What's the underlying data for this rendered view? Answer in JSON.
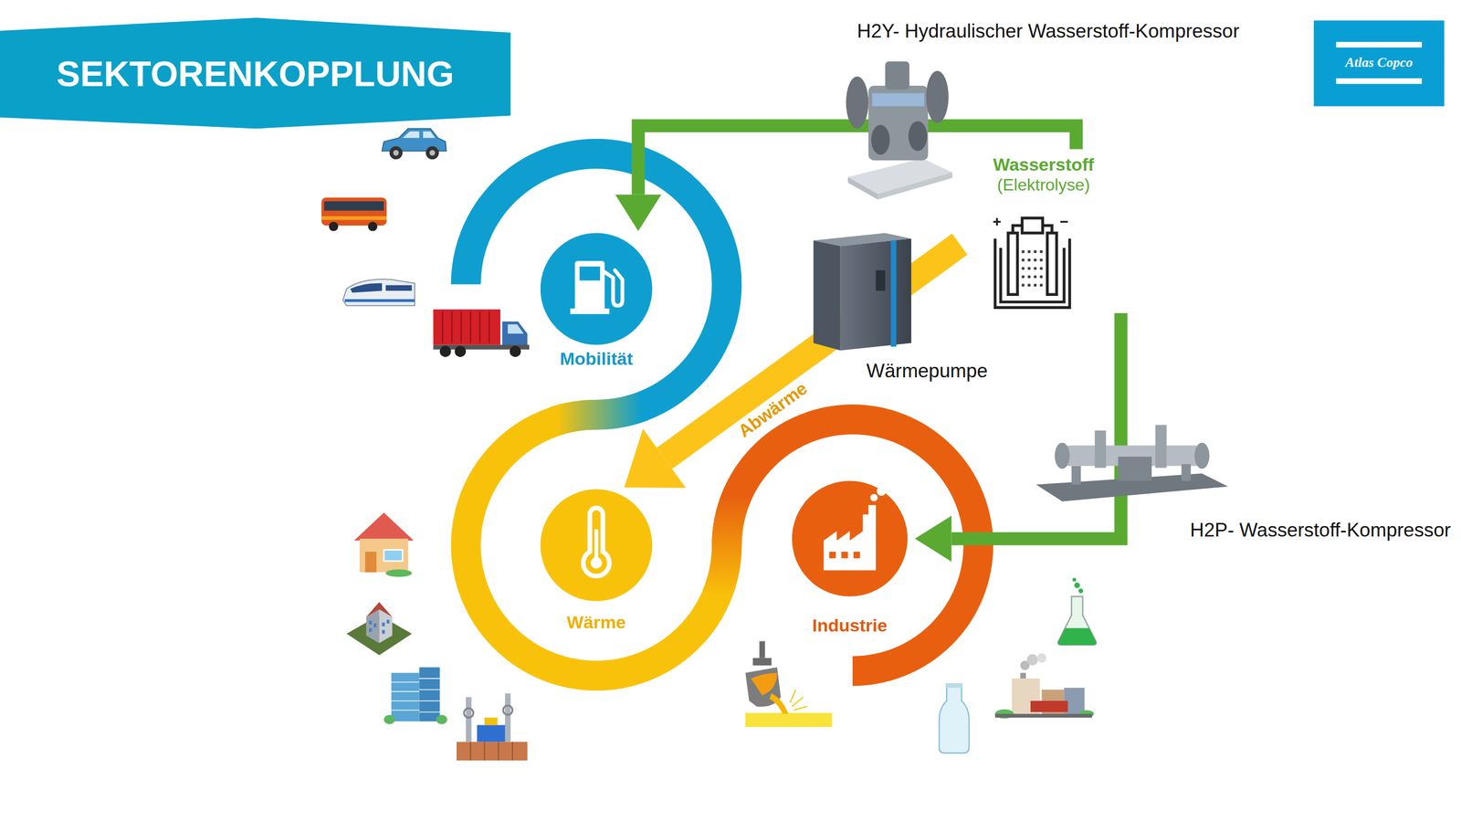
{
  "diagram": {
    "title": "SEKTORENKOPPLUNG",
    "nodes": [
      {
        "text": [
          "Mobilität"
        ]
      },
      {
        "text": [
          "Wärme"
        ]
      },
      {
        "text": [
          "Industrie"
        ]
      },
      {
        "text": [
          "Wasserstoff",
          "(Elektrolyse)"
        ]
      },
      {
        "text": [
          "Wärmepumpe"
        ]
      },
      {
        "text": [
          "H2Y- Hydraulischer Wasserstoff-Kompressor"
        ]
      },
      {
        "text": [
          "H2P- Wasserstoff-Kompressor"
        ]
      }
    ],
    "edges": [
      {
        "from": 3,
        "to": 0,
        "arrow": "to"
      },
      {
        "from": 3,
        "to": 2,
        "arrow": "to"
      },
      {
        "from": 3,
        "to": 1,
        "label": "Abwärme",
        "arrow": "to"
      }
    ],
    "labels": [
      "Atlas Copco"
    ]
  }
}
